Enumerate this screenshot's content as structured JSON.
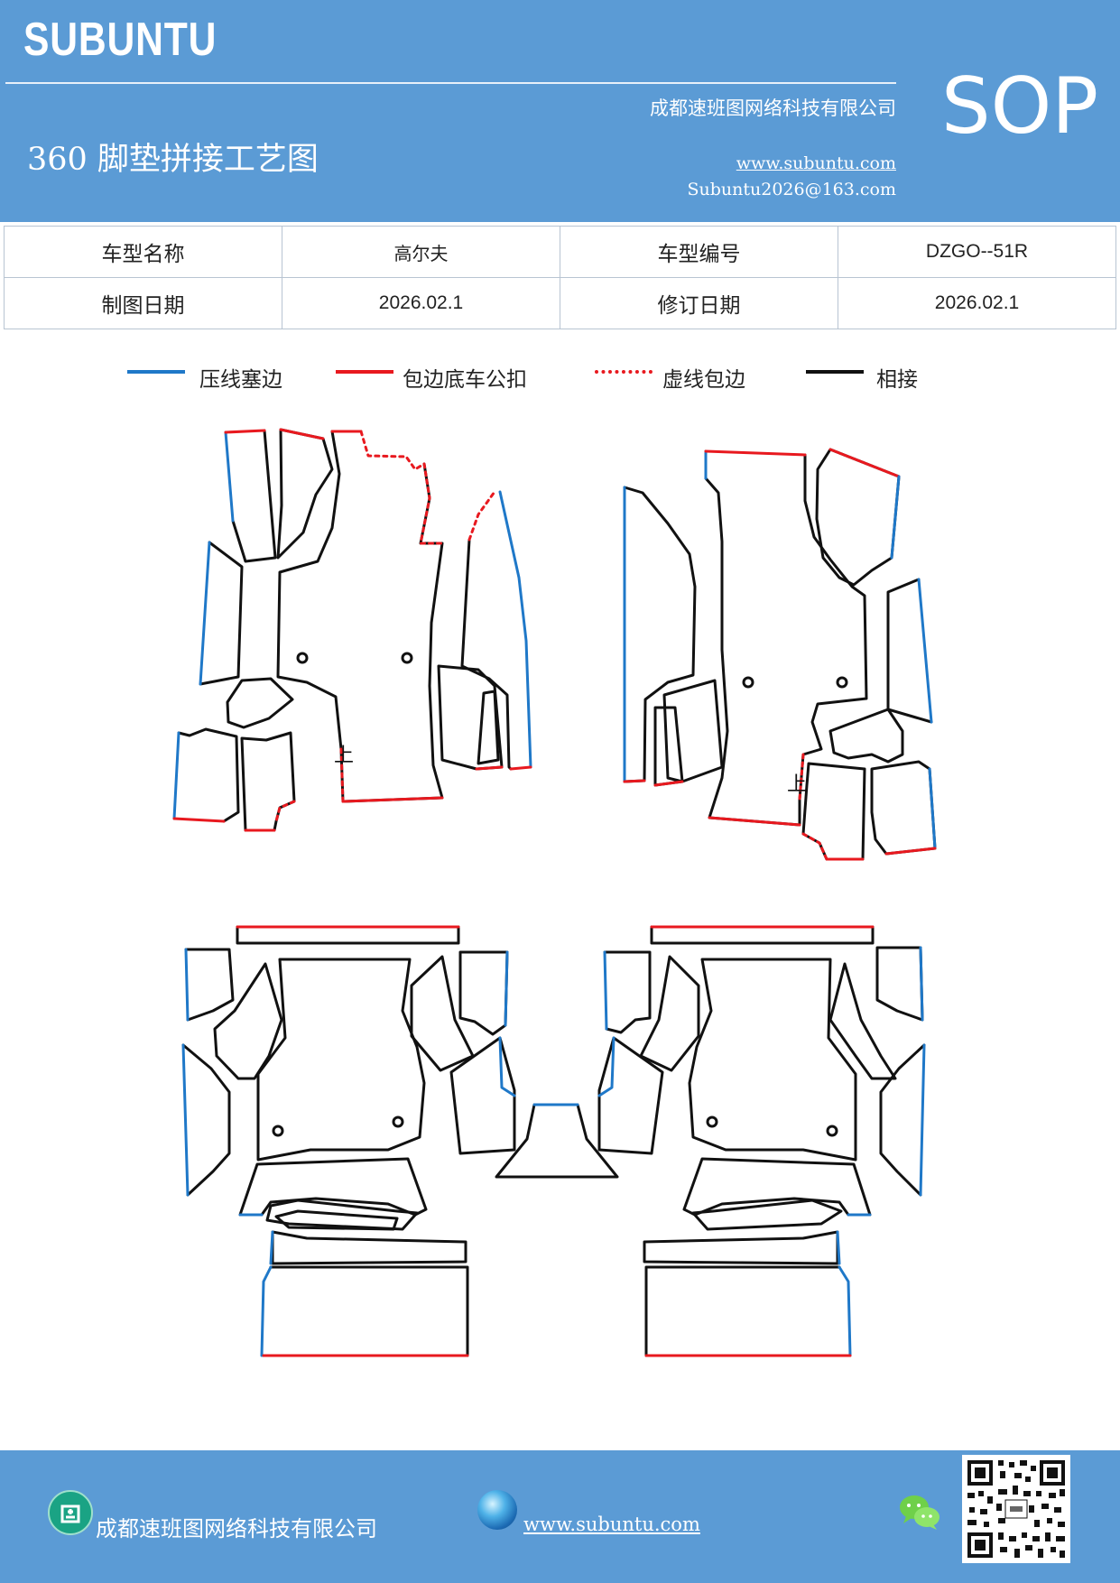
{
  "header": {
    "brand": "SUBUNTU",
    "company": "成都速班图网络科技有限公司",
    "title": "360 脚垫拼接工艺图",
    "website": "www.subuntu.com",
    "email": "Subuntu2026@163.com",
    "badge": "SOP"
  },
  "info_table": {
    "rows": [
      {
        "label1": "车型名称",
        "value1": "高尔夫",
        "label2": "车型编号",
        "value2": "DZGO--51R"
      },
      {
        "label1": "制图日期",
        "value1": "2026.02.1",
        "label2": "修订日期",
        "value2": "2026.02.1"
      }
    ]
  },
  "legend": [
    {
      "label": "压线塞边",
      "color": "#1f78c8",
      "style": "solid"
    },
    {
      "label": "包边底车公扣",
      "color": "#e8191f",
      "style": "solid"
    },
    {
      "label": "虚线包边",
      "color": "#e8191f",
      "style": "dotted"
    },
    {
      "label": "相接",
      "color": "#111111",
      "style": "solid"
    }
  ],
  "drawing": {
    "marks": [
      "上",
      "上"
    ],
    "colors": {
      "press": "#1f78c8",
      "wrap": "#e8191f",
      "join": "#111111"
    }
  },
  "footer": {
    "company": "成都速班图网络科技有限公司",
    "website": "www.subuntu.com",
    "icons": [
      "building-icon",
      "globe-icon",
      "wechat-icon",
      "qr-code"
    ]
  }
}
